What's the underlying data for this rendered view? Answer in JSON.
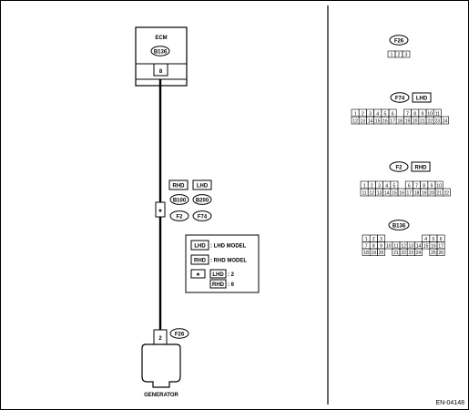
{
  "ecm": {
    "title": "ECM",
    "connector": "B136",
    "pin": "8"
  },
  "harness": {
    "rhd_tag": "RHD",
    "lhd_tag": "LHD",
    "connectors": [
      "B100",
      "B200",
      "F2",
      "F74"
    ],
    "pin_marker": "★"
  },
  "legend": {
    "lhd_tag": "LHD",
    "lhd_text": ": LHD MODEL",
    "rhd_tag": "RHD",
    "rhd_text": ": RHD MODEL",
    "star": "★",
    "star_lhd_tag": "LHD",
    "star_lhd_value": ": 2",
    "star_rhd_tag": "RHD",
    "star_rhd_value": ": 6"
  },
  "generator": {
    "connector": "F26",
    "pin": "2",
    "label": "GENERATOR"
  },
  "connector_views": {
    "f26": {
      "name": "F26",
      "rows": [
        [
          "1",
          "2",
          "3"
        ]
      ]
    },
    "f74": {
      "name": "F74",
      "tag": "LHD",
      "rows": [
        [
          "1",
          "2",
          "3",
          "4",
          "5",
          "6",
          "",
          "7",
          "8",
          "9",
          "10",
          "11"
        ],
        [
          "12",
          "13",
          "14",
          "15",
          "16",
          "17",
          "18",
          "19",
          "20",
          "21",
          "22",
          "23",
          "24"
        ]
      ]
    },
    "f2": {
      "name": "F2",
      "tag": "RHD",
      "rows": [
        [
          "1",
          "2",
          "3",
          "4",
          "5",
          "",
          "6",
          "7",
          "8",
          "9",
          "10"
        ],
        [
          "11",
          "12",
          "13",
          "14",
          "15",
          "16",
          "17",
          "18",
          "19",
          "20",
          "21",
          "22"
        ]
      ]
    },
    "b136": {
      "name": "B136",
      "rows": [
        [
          "1",
          "2",
          "3",
          "",
          "",
          "",
          "",
          "",
          "4",
          "5",
          "6"
        ],
        [
          "7",
          "8",
          "9",
          "10",
          "11",
          "12",
          "13",
          "14",
          "15",
          "16",
          "17"
        ],
        [
          "18",
          "19",
          "20",
          "",
          "21",
          "22",
          "23",
          "24",
          "",
          "25",
          "26"
        ]
      ]
    }
  },
  "doc_code": "EN-04148"
}
